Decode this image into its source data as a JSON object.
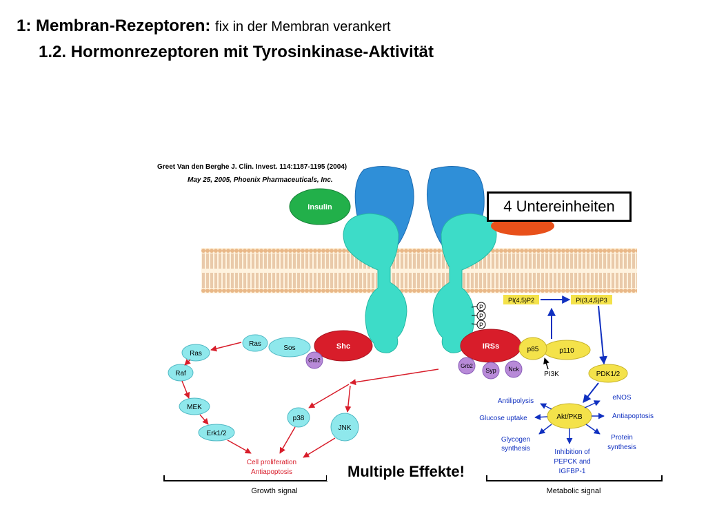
{
  "title": {
    "number_label": "1: Membran-Rezeptoren:",
    "subtext": "fix in der Membran verankert",
    "subtitle": "1.2. Hormonrezeptoren mit Tyrosinkinase-Aktivität"
  },
  "citation": {
    "line1": "Greet Van den Berghe J. Clin. Invest. 114:1187-1195 (2004)",
    "line2": "May 25, 2005, Phoenix Pharmaceuticals, Inc."
  },
  "callout": "4 Untereinheiten",
  "effects_label": "Multiple Effekte!",
  "sections": {
    "growth": "Growth signal",
    "metabolic": "Metabolic signal"
  },
  "nodes": {
    "insulin": "Insulin",
    "shc": "Shc",
    "irss": "IRSs",
    "sos": "Sos",
    "ras_top": "Ras",
    "grb2_left": "Grb2",
    "grb2_right": "Grb2",
    "syp": "Syp",
    "nck": "Nck",
    "p85": "p85",
    "p110": "p110",
    "pi3k": "PI3K",
    "ras": "Ras",
    "raf": "Raf",
    "mek": "MEK",
    "erk": "Erk1/2",
    "p38": "p38",
    "jnk": "JNK",
    "pdk": "PDK1/2",
    "akt": "Akt/PKB",
    "pip2": "PI(4,5)P2",
    "pip3": "PI(3,4,5)P3",
    "phospho": "P"
  },
  "outcomes": {
    "cell_prolif_1": "Cell proliferation",
    "cell_prolif_2": "Antiapoptosis",
    "antilipolysis": "Antilipolysis",
    "glucose_uptake": "Glucose uptake",
    "glycogen_1": "Glycogen",
    "glycogen_2": "synthesis",
    "inhibition_1": "Inhibition of",
    "inhibition_2": "PEPCK and",
    "inhibition_3": "IGFBP-1",
    "enos": "eNOS",
    "antiapoptosis": "Antiapoptosis",
    "protein_1": "Protein",
    "protein_2": "synthesis"
  },
  "colors": {
    "receptor_alpha": "#2f8fd8",
    "receptor_beta": "#3ddcc8",
    "node_cyan": "#8fe8ec",
    "red_node": "#d81d2a",
    "insulin_green": "#22b04a",
    "purple": "#b88ad8",
    "yellow": "#f4e24a",
    "membrane": "#f0c896",
    "blue_arrow": "#1030c0",
    "red_arrow": "#d81d2a"
  }
}
